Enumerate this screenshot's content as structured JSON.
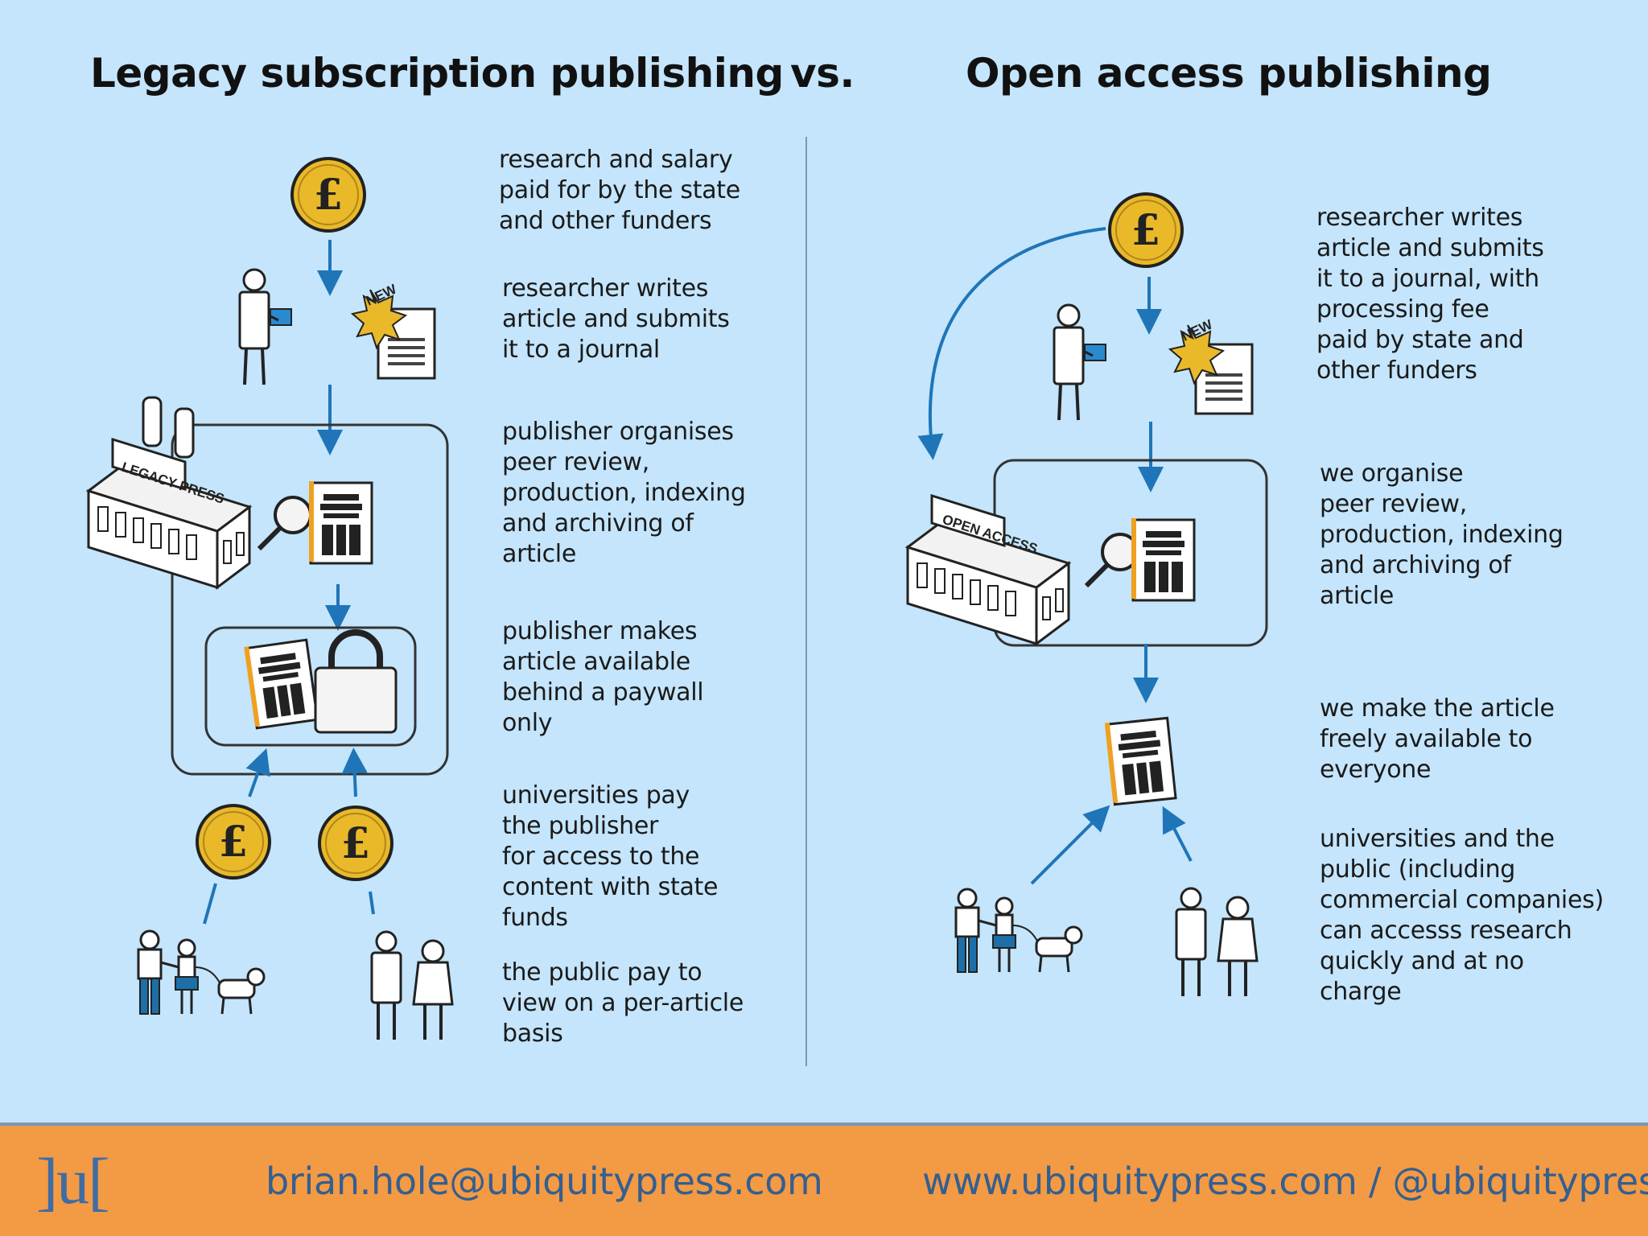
{
  "titles": {
    "left": "Legacy subscription publishing",
    "vs": "vs.",
    "right": "Open access publishing"
  },
  "left_captions": [
    "research and salary\npaid for by the state\nand other funders",
    "researcher writes\narticle and submits\nit to a journal",
    "publisher organises\npeer review,\nproduction, indexing\nand archiving of\narticle",
    "publisher makes\narticle available\nbehind a paywall\nonly",
    "universities pay\nthe publisher\nfor access to the\ncontent with state\nfunds",
    "the public pay to\nview on a per-article\nbasis"
  ],
  "right_captions": [
    "researcher writes\narticle and submits\nit to a journal, with\nprocessing fee\npaid by state and\nother funders",
    "we organise\npeer review,\nproduction, indexing\nand archiving of\narticle",
    "we make the article\nfreely available to\neveryone",
    "universities and the\npublic (including\ncommercial companies)\ncan accesss research\nquickly and at no\ncharge"
  ],
  "labels": {
    "new_badge": "NEW",
    "legacy_press": "LEGACY PRESS",
    "open_access": "OPEN ACCESS",
    "currency": "£"
  },
  "footer": {
    "logo": "]u[",
    "email": "brian.hole@ubiquitypress.com",
    "website": "www.ubiquitypress.com / @ubiquitypress"
  },
  "colors": {
    "background": "#c4e5fb",
    "arrow": "#1f75b8",
    "coin": "#e9b92a",
    "footer": "#f39a45",
    "footer_text": "#345f8f"
  }
}
